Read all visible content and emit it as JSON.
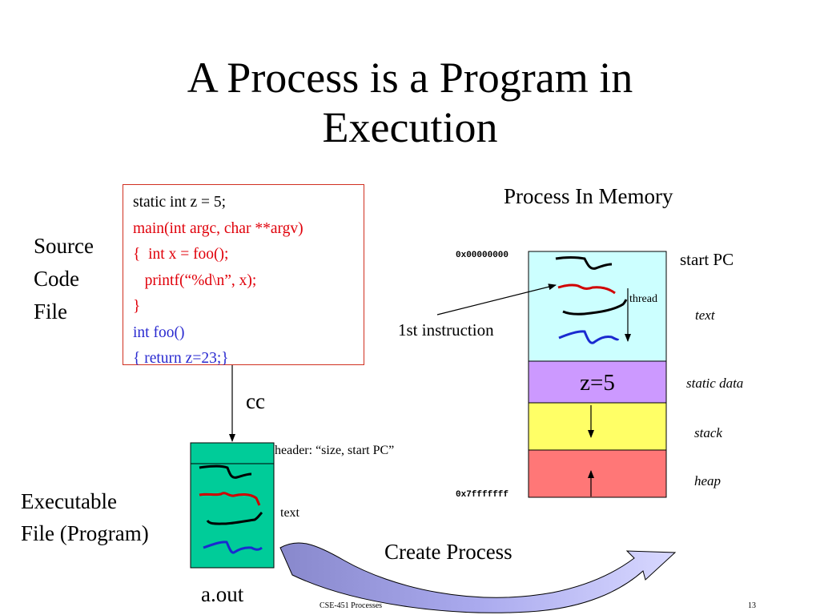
{
  "slide": {
    "title_line1": "A Process is a Program in",
    "title_line2": "Execution",
    "footer_center": "CSE-451 Processes",
    "page_number": "13"
  },
  "source": {
    "label_line1": "Source",
    "label_line2": "Code",
    "label_line3": "File",
    "code_lines": [
      "static int z = 5;",
      "main(int argc, char **argv)",
      "{  int x = foo();",
      "   printf(“%d\\n”, x);",
      "}",
      "int foo()",
      "{ return z=23;}"
    ]
  },
  "compile": {
    "label": "cc"
  },
  "executable": {
    "label_line1": "Executable",
    "label_line2": "File (Program)",
    "file_name": "a.out",
    "header_note": "header: “size, start PC”",
    "text_note": "text"
  },
  "create_process": {
    "label": "Create Process"
  },
  "memory": {
    "title": "Process In Memory",
    "addr_top": "0x00000000",
    "addr_bottom": "0x7fffffff",
    "start_pc": "start PC",
    "first_instruction": "1st instruction",
    "thread": "thread",
    "static_value": "z=5",
    "segments": {
      "text": "text",
      "static_data": "static data",
      "stack": "stack",
      "heap": "heap"
    }
  },
  "colors": {
    "code_border": "#d03020",
    "code_red": "#e0000a",
    "code_blue": "#2a2ad0",
    "exe_file": "#00cc99",
    "text_segment": "#ccffff",
    "static_segment": "#cc99ff",
    "stack_segment": "#ffff66",
    "heap_segment": "#ff7777",
    "create_arrow": "#9999dd"
  }
}
